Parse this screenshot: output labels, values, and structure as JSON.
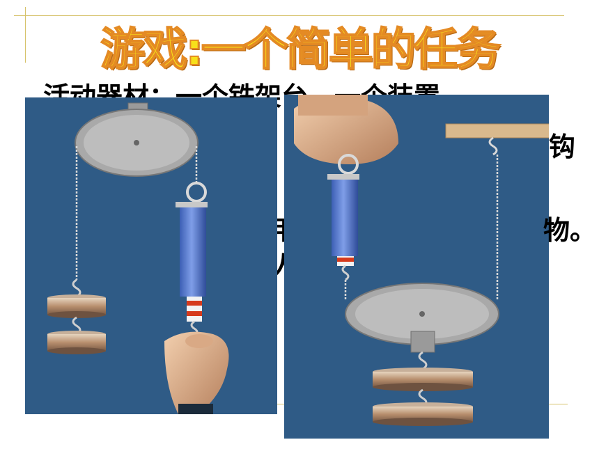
{
  "slide": {
    "title": "游戏:一个简单的任务",
    "para1": "活动器材：一个铁架台、一个装置、",
    "para2": "钩",
    "para3": "物。",
    "para4": "用",
    "para5": "人"
  }
}
